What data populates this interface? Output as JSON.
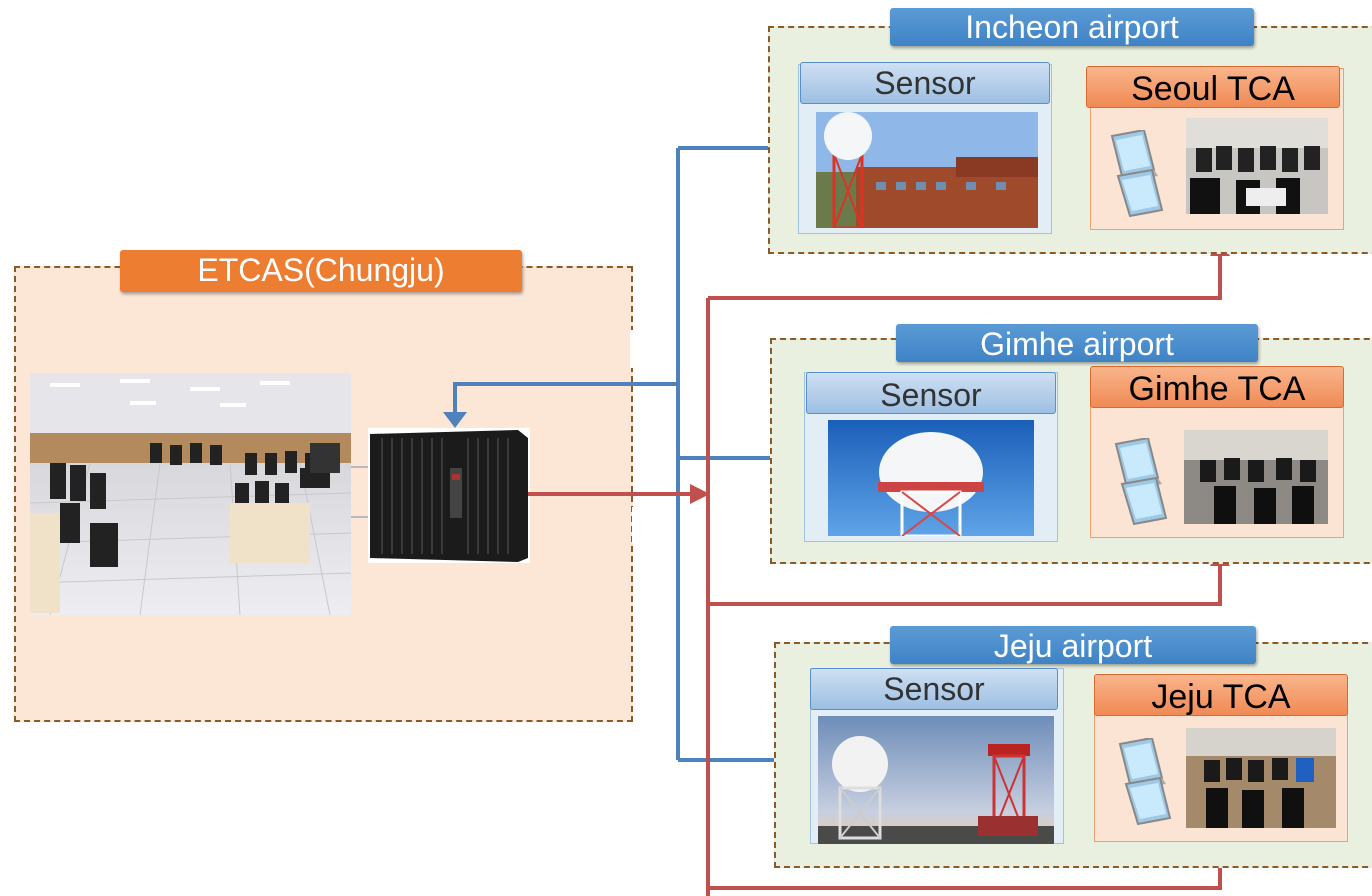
{
  "etcas": {
    "title": "ETCAS(Chungju)"
  },
  "airports": [
    {
      "title": "Incheon airport",
      "sensor_label": "Sensor",
      "tca_label": "Seoul TCA"
    },
    {
      "title": "Gimhe airport",
      "sensor_label": "Sensor",
      "tca_label": "Gimhe TCA"
    },
    {
      "title": "Jeju airport",
      "sensor_label": "Sensor",
      "tca_label": "Jeju TCA"
    }
  ],
  "colors": {
    "sensor_line": "#4f81bd",
    "output_line": "#c0504d",
    "etcas_header": "#ed7d31",
    "airport_header": "#4a8fd0"
  }
}
